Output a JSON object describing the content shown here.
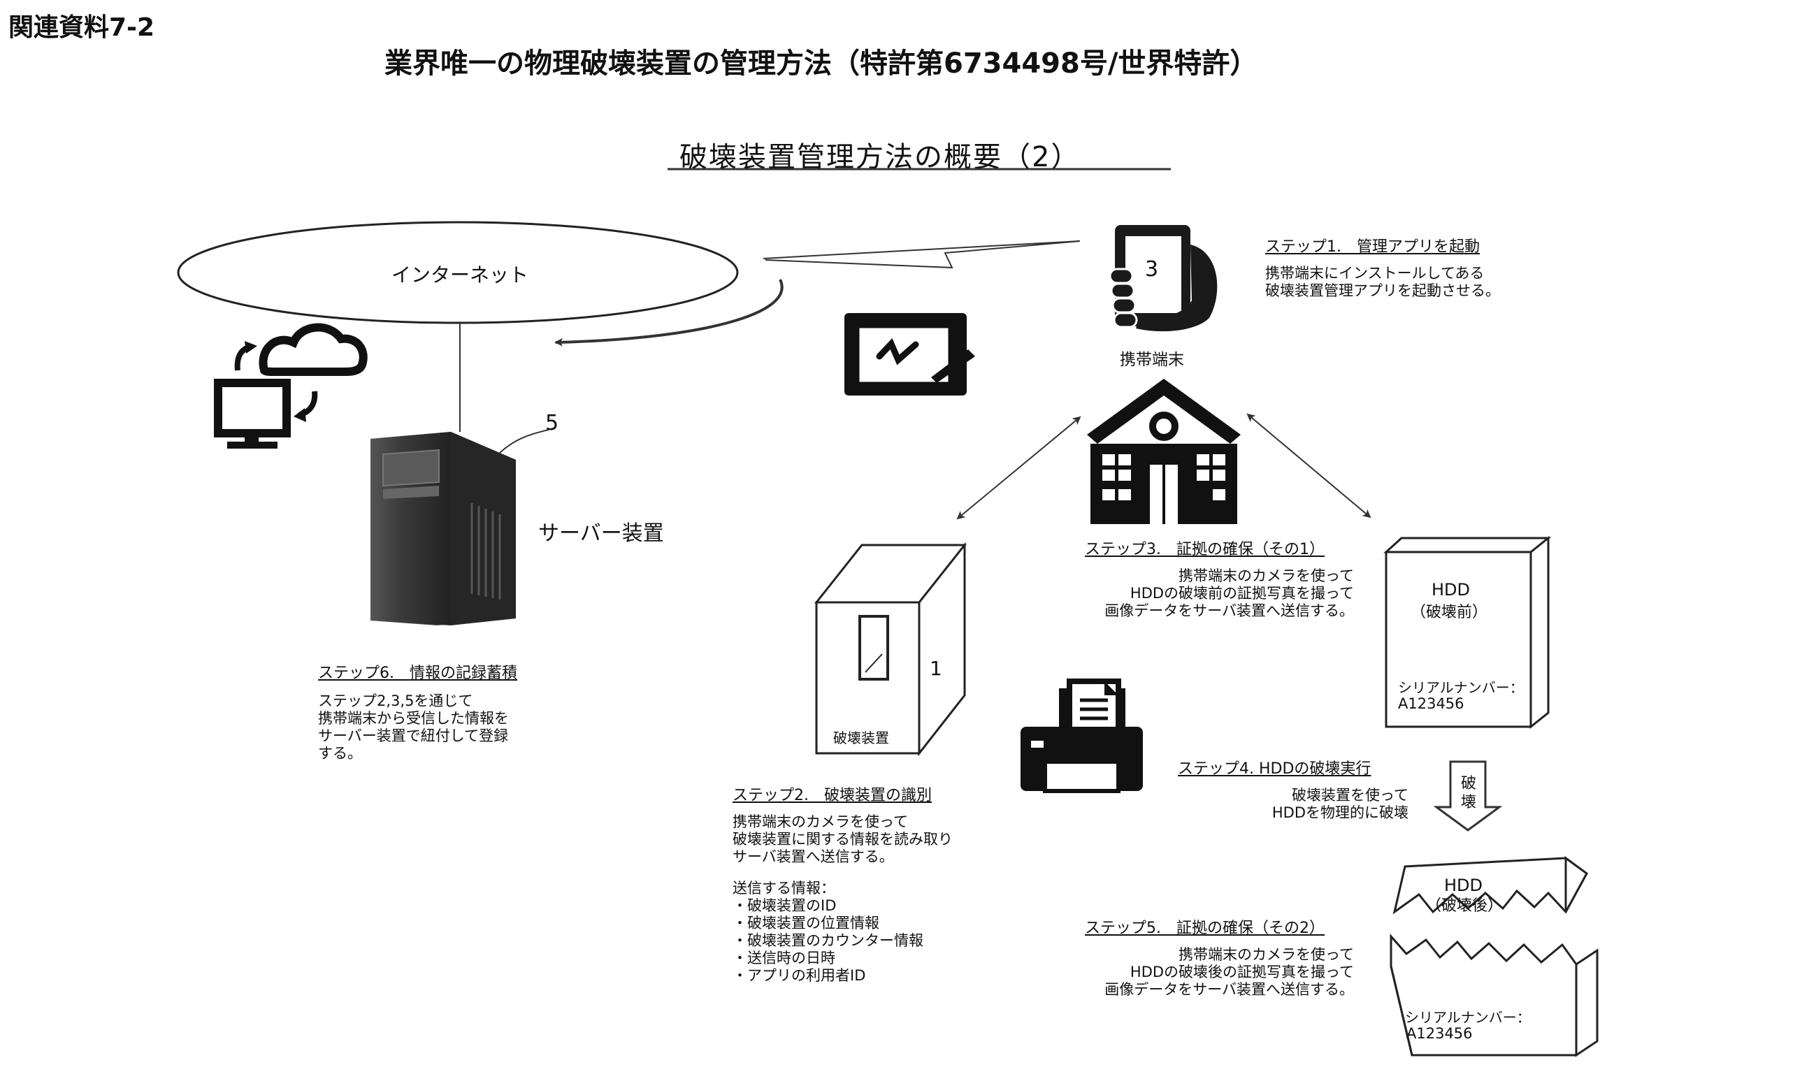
{
  "header": {
    "ref": "関連資料7-2"
  },
  "title": "業界唯一の物理破壊装置の管理方法（特許第6734498号/世界特許）",
  "subtitle": "破壊装置管理方法の概要（2）",
  "internet": "インターネット",
  "server": {
    "label": "サーバー装置",
    "num": "5"
  },
  "mobile": {
    "label": "携帯端末",
    "num": "3"
  },
  "destroyer": {
    "label": "破壊装置",
    "num": "1"
  },
  "hdd_before": {
    "title": "HDD",
    "state": "（破壊前）",
    "serial_label": "シリアルナンバー：",
    "serial": "A123456"
  },
  "hdd_after": {
    "title": "HDD",
    "state": "（破壊後）",
    "serial_label": "シリアルナンバー：",
    "serial": "A123456"
  },
  "destroy_arrow": {
    "c1": "破",
    "c2": "壊"
  },
  "step1": {
    "title": "ステップ1.　管理アプリを起動",
    "lines": [
      "携帯端末にインストールしてある",
      "破壊装置管理アプリを起動させる。"
    ]
  },
  "step2": {
    "title": "ステップ2.　破壊装置の識別",
    "lines": [
      "携帯端末のカメラを使って",
      "破壊装置に関する情報を読み取り",
      "サーバ装置へ送信する。"
    ],
    "info_title": "送信する情報：",
    "info_items": [
      "・破壊装置のID",
      "・破壊装置の位置情報",
      "・破壊装置のカウンター情報",
      "・送信時の日時",
      "・アプリの利用者ID"
    ]
  },
  "step3": {
    "title": "ステップ3.　証拠の確保（その1）",
    "lines": [
      "携帯端末のカメラを使って",
      "HDDの破壊前の証拠写真を撮って",
      "画像データをサーバ装置へ送信する。"
    ]
  },
  "step4": {
    "title": "ステップ4. HDDの破壊実行",
    "lines": [
      "破壊装置を使って",
      "HDDを物理的に破壊"
    ]
  },
  "step5": {
    "title": "ステップ5.　証拠の確保（その2）",
    "lines": [
      "携帯端末のカメラを使って",
      "HDDの破壊後の証拠写真を撮って",
      "画像データをサーバ装置へ送信する。"
    ]
  },
  "step6": {
    "title": "ステップ6.　情報の記録蓄積",
    "lines": [
      "ステップ2,3,5を通じて",
      "携帯端末から受信した情報を",
      "サーバー装置で紐付して登録",
      "する。"
    ]
  }
}
